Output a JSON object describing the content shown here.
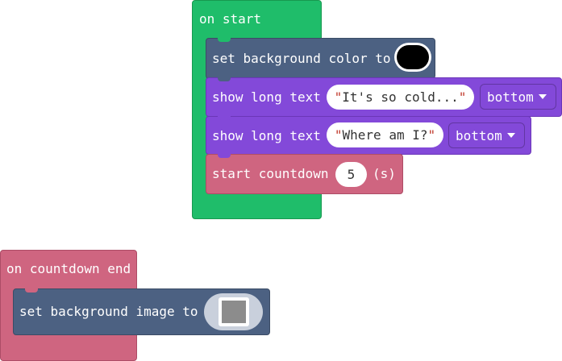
{
  "colors": {
    "event_green": "#1fbd6a",
    "event_green_dark": "#18984f",
    "scene_blue": "#4c6182",
    "scene_blue_dark": "#3b4c66",
    "text_purple": "#8349d9",
    "text_purple_dark": "#6b36b8",
    "countdown_pink": "#cf6580",
    "countdown_pink_dark": "#ad4c66",
    "swatch_black": "#000000"
  },
  "on_start": {
    "label": "on start",
    "set_bg_color": {
      "label": "set background color to",
      "color_icon": "color-swatch"
    },
    "show_text_1": {
      "label": "show long text",
      "quote_open": "\"",
      "value": "It's so cold...",
      "quote_close": "\"",
      "position": "bottom"
    },
    "show_text_2": {
      "label": "show long text",
      "quote_open": "\"",
      "value": "Where am I?",
      "quote_close": "\"",
      "position": "bottom"
    },
    "countdown": {
      "label": "start countdown",
      "value": "5",
      "unit": "(s)"
    }
  },
  "on_countdown_end": {
    "label": "on countdown end",
    "set_bg_image": {
      "label": "set background image to",
      "image_icon": "image-picker"
    }
  }
}
